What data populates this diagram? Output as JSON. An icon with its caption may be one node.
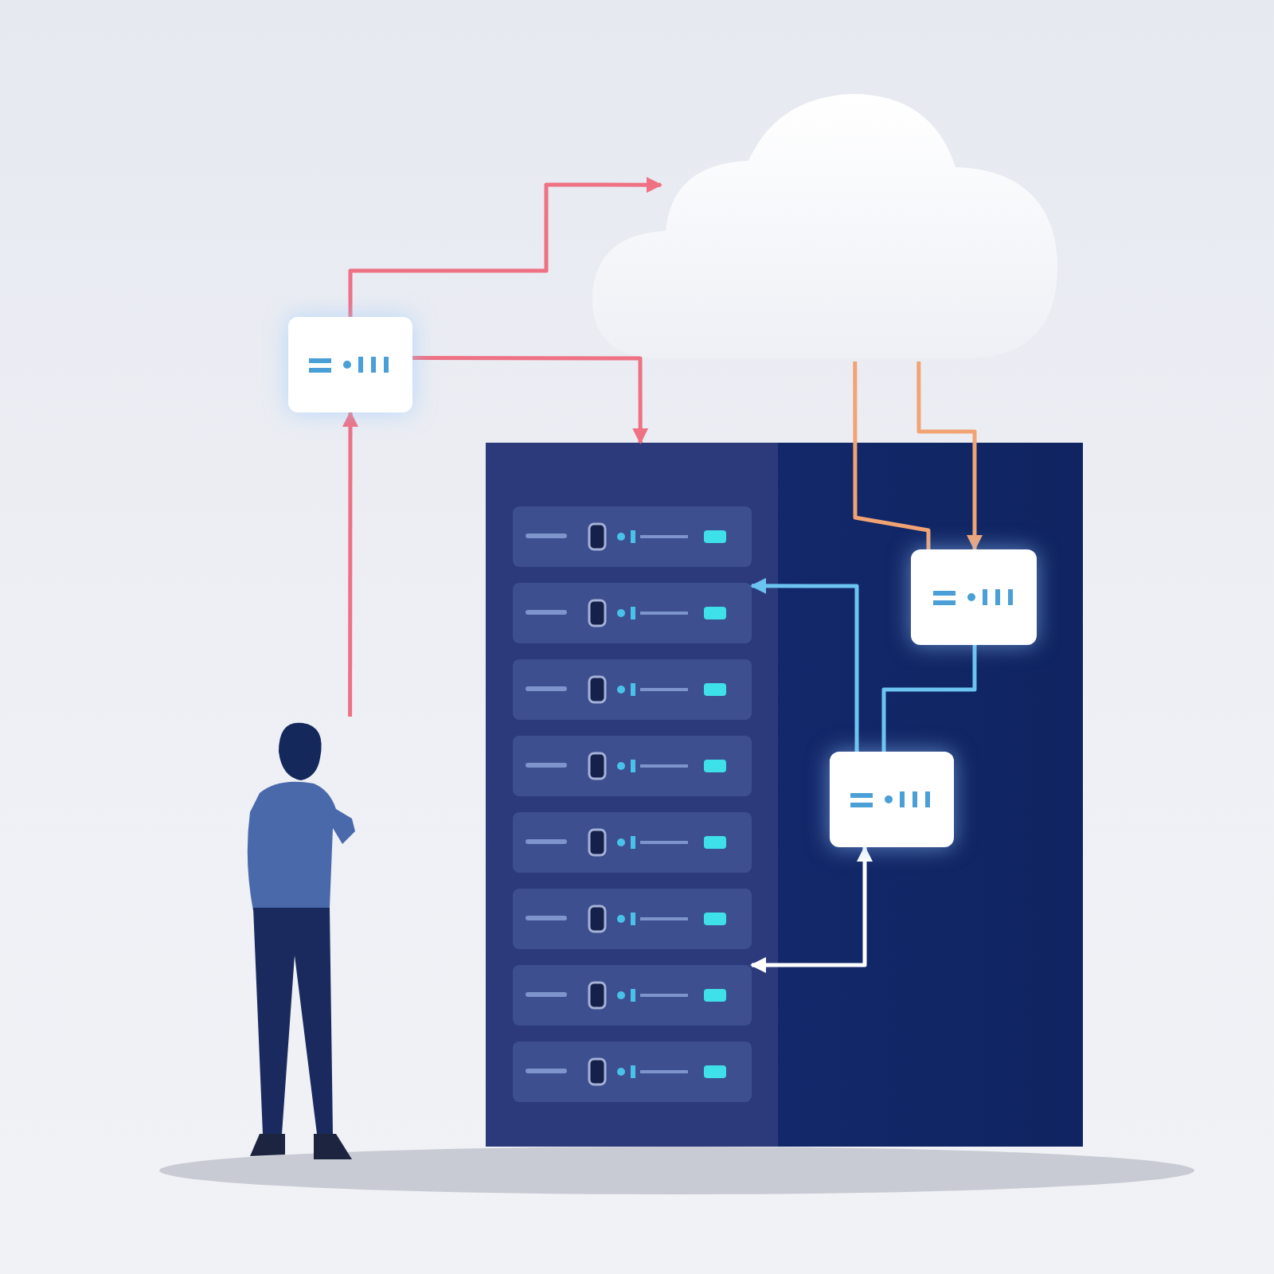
{
  "diagram": {
    "nodes": [
      {
        "text": [],
        "shape": "cloud"
      },
      {
        "text": [],
        "shape": "box"
      },
      {
        "text": [],
        "shape": "box"
      },
      {
        "text": [],
        "shape": "box",
        "in": 2
      },
      {
        "text": [],
        "shape": "box",
        "in": 2
      },
      {
        "text": [],
        "shape": "bar",
        "in": 2
      },
      {
        "text": [],
        "shape": "bar",
        "in": 2
      },
      {
        "text": [],
        "shape": "bar",
        "in": 2
      },
      {
        "text": [],
        "shape": "bar",
        "in": 2
      },
      {
        "text": [],
        "shape": "bar",
        "in": 2
      },
      {
        "text": [],
        "shape": "bar",
        "in": 2
      },
      {
        "text": [],
        "shape": "bar",
        "in": 2
      },
      {
        "text": [],
        "shape": "bar",
        "in": 2
      },
      {
        "text": [],
        "shape": "person"
      }
    ],
    "edges": [
      {
        "from": 13,
        "to": 1,
        "arrow": "to",
        "color": "#ee7184"
      },
      {
        "from": 1,
        "to": 0,
        "arrow": "to",
        "color": "#ee7184"
      },
      {
        "from": 1,
        "to": 2,
        "arrow": "to",
        "color": "#ee7184"
      },
      {
        "from": 0,
        "to": 3,
        "arrow": "none",
        "color": "#f2a374"
      },
      {
        "from": 0,
        "to": 3,
        "arrow": "to",
        "color": "#f2a374"
      },
      {
        "from": 3,
        "to": 4,
        "arrow": "none",
        "color": "#6cc4f0"
      },
      {
        "from": 4,
        "to": 6,
        "arrow": "to",
        "color": "#6cc4f0"
      },
      {
        "from": 4,
        "to": 11,
        "arrow": "both",
        "color": "#ffffff"
      }
    ]
  }
}
